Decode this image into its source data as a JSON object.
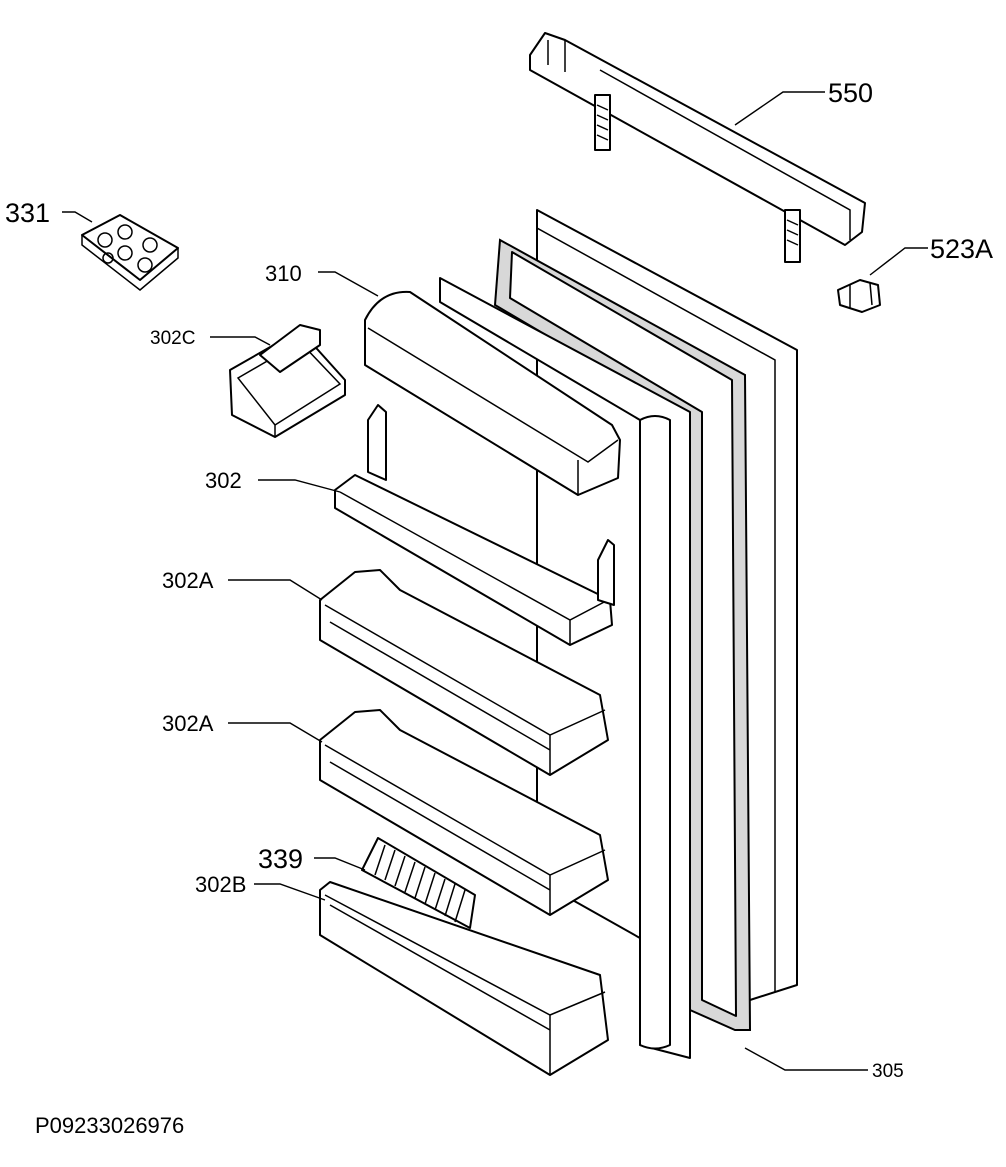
{
  "labels": {
    "p550": "550",
    "p523a": "523A",
    "p331": "331",
    "p310": "310",
    "p302c": "302C",
    "p302": "302",
    "p302a_1": "302A",
    "p302a_2": "302A",
    "p339": "339",
    "p302b": "302B",
    "p305": "305"
  },
  "drawing_code": "P09233026976"
}
